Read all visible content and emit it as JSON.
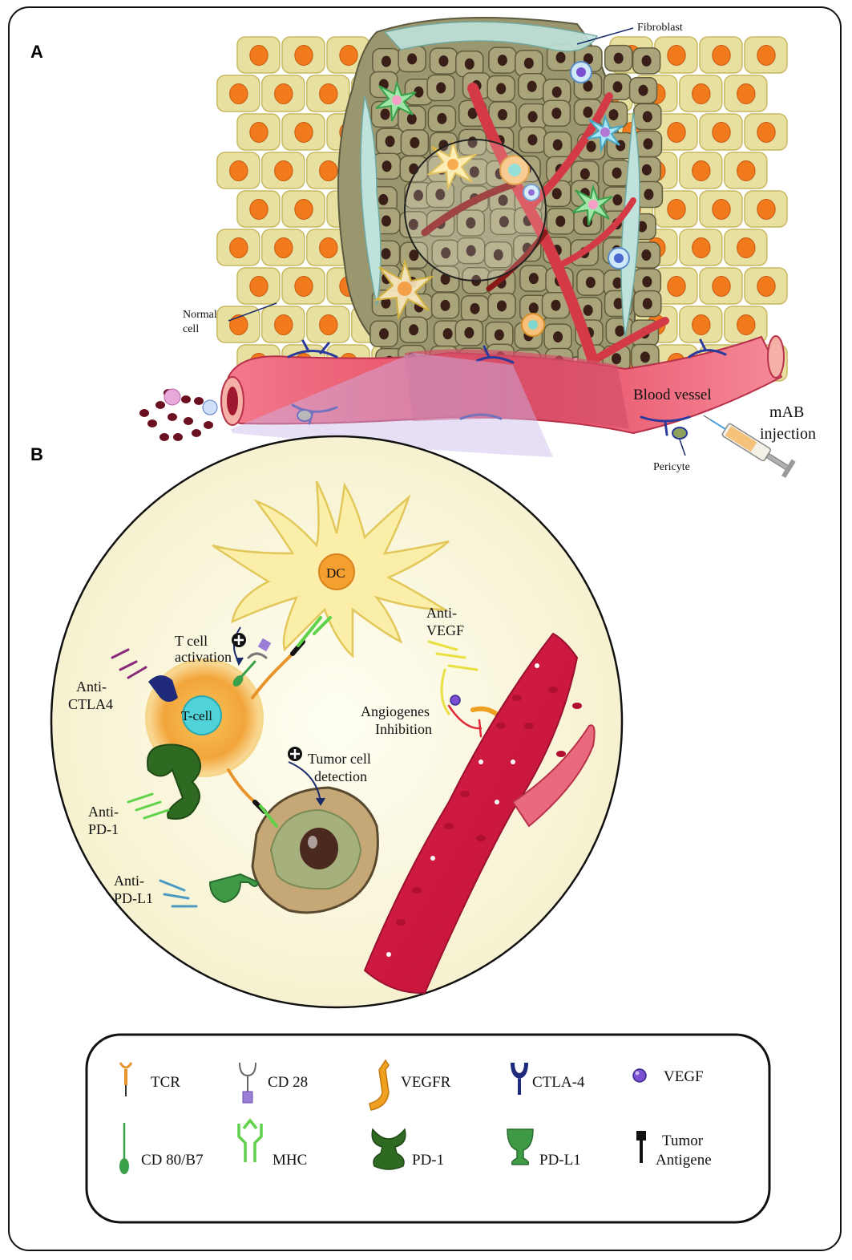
{
  "panels": {
    "a": "A",
    "b": "B"
  },
  "panel_a": {
    "fibroblast": "Fibroblast",
    "normal_cell": [
      "Normal",
      "cell"
    ],
    "blood_vessel": "Blood vessel",
    "pericyte": "Pericyte",
    "mab_injection": [
      "mAB",
      "injection"
    ]
  },
  "panel_b": {
    "dc": "DC",
    "t_cell": "T-cell",
    "t_cell_activation": [
      "T cell",
      "activation"
    ],
    "anti_ctla4": [
      "Anti-",
      "CTLA4"
    ],
    "anti_vegf": [
      "Anti-",
      "VEGF"
    ],
    "angiogenes_inhibition": [
      "Angiogenes",
      "Inhibition"
    ],
    "tumor_cell_detection": [
      "Tumor cell",
      "detection"
    ],
    "anti_pd1": [
      "Anti-",
      "PD-1"
    ],
    "anti_pdl1": [
      "Anti-",
      "PD-L1"
    ]
  },
  "legend": {
    "items": [
      {
        "label": "TCR",
        "icon": "tcr-icon",
        "color": "#e8942c"
      },
      {
        "label": "CD 28",
        "icon": "cd28-icon",
        "color": "#9b7fd6"
      },
      {
        "label": "VEGFR",
        "icon": "vegfr-icon",
        "color": "#f0a020"
      },
      {
        "label": "CTLA-4",
        "icon": "ctla4-icon",
        "color": "#1f2a7a"
      },
      {
        "label": "VEGF",
        "icon": "vegf-icon",
        "color": "#7a4fd0"
      },
      {
        "label": "CD 80/B7",
        "icon": "cd80-icon",
        "color": "#3aa04a"
      },
      {
        "label": "MHC",
        "icon": "mhc-icon",
        "color": "#5fd24a"
      },
      {
        "label": "PD-1",
        "icon": "pd1-icon",
        "color": "#2f6a22"
      },
      {
        "label": "PD-L1",
        "icon": "pdl1-icon",
        "color": "#3f9a45"
      },
      {
        "label": [
          "Tumor",
          "Antigene"
        ],
        "icon": "tumor-antigen-icon",
        "color": "#111111"
      }
    ]
  },
  "colors": {
    "normal_cell": "#e8e0a0",
    "normal_nucleus": "#f07a1c",
    "tumor_cell": "#8a8660",
    "vessel": "#e8506a",
    "zoom_circle": "#fdfbe4"
  }
}
